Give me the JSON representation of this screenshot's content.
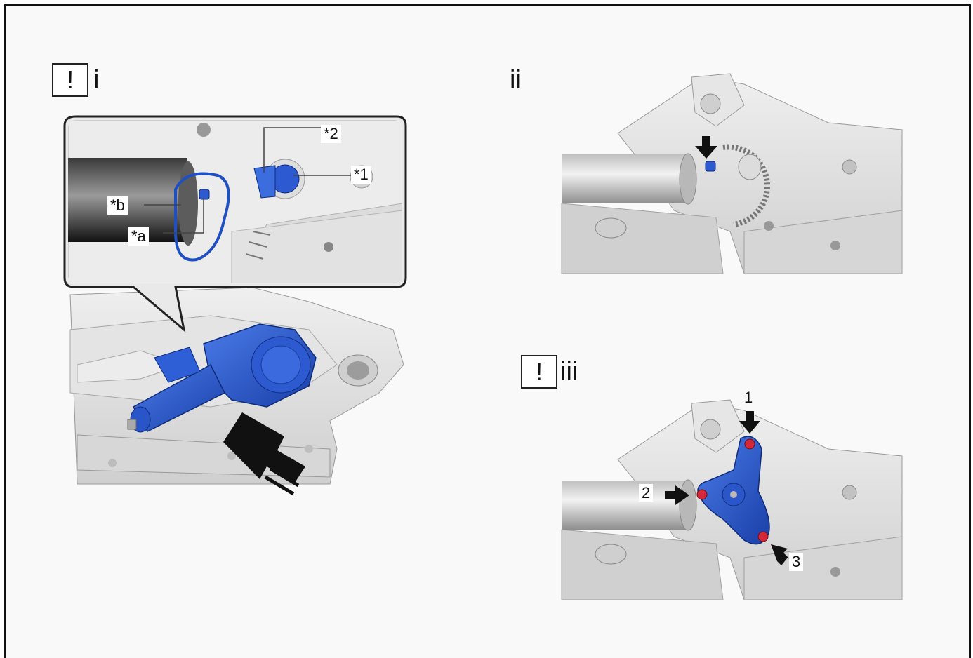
{
  "steps": {
    "step1": {
      "caution_symbol": "!",
      "label": "i"
    },
    "step2": {
      "label": "ii"
    },
    "step3": {
      "caution_symbol": "!",
      "label": "iii"
    }
  },
  "callouts": {
    "c1": "*1",
    "c2": "*2",
    "ca": "*a",
    "cb": "*b"
  },
  "bolt_order": [
    "1",
    "2",
    "3"
  ],
  "colors": {
    "part_blue": "#1f4fc4",
    "frame_gray": "#d9d9d9",
    "bolt_red": "#d3283a",
    "arrow": "#111111"
  }
}
